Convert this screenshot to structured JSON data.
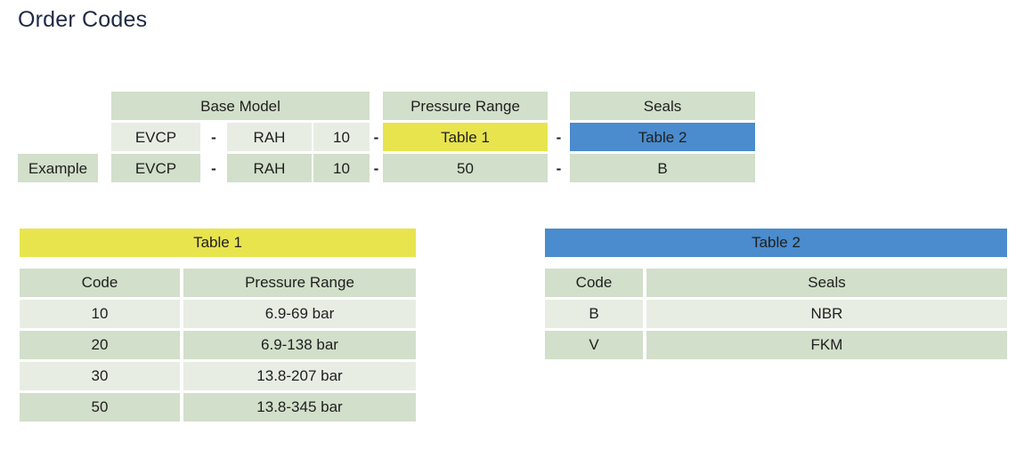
{
  "page": {
    "title": "Order Codes"
  },
  "colors": {
    "green_dark": "#d2dfca",
    "green_light": "#e8ede4",
    "yellow": "#e8e44e",
    "blue": "#4a8ccd",
    "title_text": "#1f2a44",
    "background": "#ffffff"
  },
  "order_matrix": {
    "group_headers": [
      {
        "label": "Base Model"
      },
      {
        "label": "Pressure Range"
      },
      {
        "label": "Seals"
      }
    ],
    "code_row": {
      "row_label": "",
      "base_model": [
        "EVCP",
        "RAH",
        "10"
      ],
      "separator_1": "-",
      "separator_2": "-",
      "separator_3": "-",
      "pressure_range": "Table 1",
      "seals": "Table 2"
    },
    "example_row": {
      "row_label": "Example",
      "base_model": [
        "EVCP",
        "RAH",
        "10"
      ],
      "separator_1": "-",
      "separator_2": "-",
      "separator_3": "-",
      "pressure_range": "50",
      "seals": "B"
    }
  },
  "table1": {
    "title": "Table 1",
    "columns": [
      "Code",
      "Pressure Range"
    ],
    "rows": [
      {
        "code": "10",
        "value": "6.9-69 bar"
      },
      {
        "code": "20",
        "value": "6.9-138 bar"
      },
      {
        "code": "30",
        "value": "13.8-207 bar"
      },
      {
        "code": "50",
        "value": "13.8-345 bar"
      }
    ]
  },
  "table2": {
    "title": "Table 2",
    "columns": [
      "Code",
      "Seals"
    ],
    "rows": [
      {
        "code": "B",
        "value": "NBR"
      },
      {
        "code": "V",
        "value": "FKM"
      }
    ]
  }
}
